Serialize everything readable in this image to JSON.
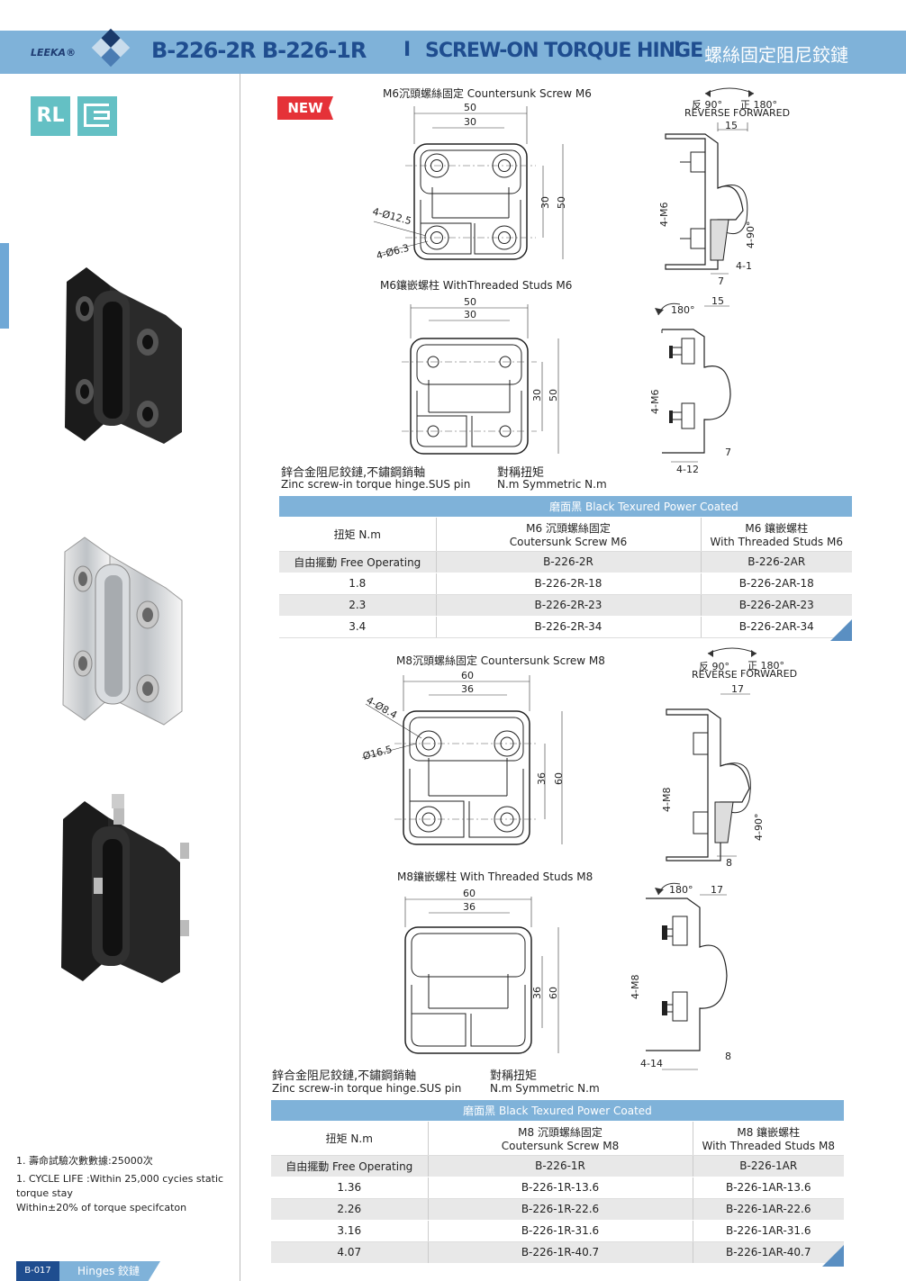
{
  "header": {
    "brand": "LEEKA®",
    "models": "B-226-2R  B-226-1R",
    "separator": "I",
    "product_name": "SCREW-ON TORQUE HINGE",
    "product_name_cn": "螺絲固定阻尼鉸鏈"
  },
  "badges": {
    "rl": "RL",
    "new": "NEW"
  },
  "m6": {
    "countersunk_title": "M6沉頭螺絲固定 Countersunk  Screw M6",
    "studs_title": "M6鑲嵌螺柱 WithThreaded Studs M6",
    "dims": {
      "w_outer": "50",
      "w_inner": "30",
      "h_inner": "30",
      "h_outer": "50",
      "hole1": "4-Ø12.5",
      "hole2": "4-Ø6.3",
      "side_w": "15",
      "side_m": "4-M6",
      "side_angle": "4-90°",
      "side_1": "4-1",
      "side_7": "7",
      "side2_12": "4-12",
      "side2_7": "7",
      "side2_15": "15",
      "rot": "180°"
    },
    "side_top": {
      "rev": "反 90°",
      "fwd": "正 180°",
      "rev_en": "REVERSE",
      "fwd_en": "FORWARED"
    },
    "caption_cn": "鋅合金阻尼鉸鏈,不鏽鋼銷軸",
    "caption_en": "Zinc screw-in torque hinge.SUS pin",
    "sym_cn": "對稱扭矩",
    "sym_en": "N.m Symmetric N.m",
    "table": {
      "header": "磨面黑 Black Texured Power Coated",
      "col1": "扭矩 N.m",
      "col2_cn": "M6 沉頭螺絲固定",
      "col2_en": "Coutersunk Screw M6",
      "col3_cn": "M6 鑲嵌螺柱",
      "col3_en": "With Threaded Studs M6",
      "rows": [
        [
          "自由擺動 Free Operating",
          "B-226-2R",
          "B-226-2AR"
        ],
        [
          "1.8",
          "B-226-2R-18",
          "B-226-2AR-18"
        ],
        [
          "2.3",
          "B-226-2R-23",
          "B-226-2AR-23"
        ],
        [
          "3.4",
          "B-226-2R-34",
          "B-226-2AR-34"
        ]
      ]
    }
  },
  "m8": {
    "countersunk_title": "M8沉頭螺絲固定 Countersunk  Screw M8",
    "studs_title": "M8鑲嵌螺柱 With Threaded Studs M8",
    "dims": {
      "w_outer": "60",
      "w_inner": "36",
      "h_inner": "36",
      "h_outer": "60",
      "hole1": "4-Ø8.4",
      "hole2": "Ø16.5",
      "side_w": "17",
      "side_m": "4-M8",
      "side_angle": "4-90°",
      "side_8": "8",
      "side2_14": "4-14",
      "side2_8": "8",
      "side2_17": "17",
      "rot": "180°"
    },
    "side_top": {
      "rev": "反 90°",
      "fwd": "正 180°",
      "rev_en": "REVERSE",
      "fwd_en": "FORWARED"
    },
    "caption_cn": "鋅合金阻尼鉸鏈,不鏽鋼銷軸",
    "caption_en": "Zinc screw-in torque hinge.SUS pin",
    "sym_cn": "對稱扭矩",
    "sym_en": "N.m Symmetric N.m",
    "table": {
      "header": "磨面黑 Black Texured Power Coated",
      "col1": "扭矩 N.m",
      "col2_cn": "M8 沉頭螺絲固定",
      "col2_en": "Coutersunk Screw M8",
      "col3_cn": "M8 鑲嵌螺柱",
      "col3_en": "With Threaded Studs M8",
      "rows": [
        [
          "自由擺動 Free Operating",
          "B-226-1R",
          "B-226-1AR"
        ],
        [
          "1.36",
          "B-226-1R-13.6",
          "B-226-1AR-13.6"
        ],
        [
          "2.26",
          "B-226-1R-22.6",
          "B-226-1AR-22.6"
        ],
        [
          "3.16",
          "B-226-1R-31.6",
          "B-226-1AR-31.6"
        ],
        [
          "4.07",
          "B-226-1R-40.7",
          "B-226-1AR-40.7"
        ]
      ]
    }
  },
  "notes": {
    "cn": "1. 壽命試驗次數數據:25000次",
    "en1": "1. CYCLE LIFE :Within 25,000 cycies static",
    "en2": "torque stay",
    "en3": "Within±20% of torque specifcaton"
  },
  "footer": {
    "page": "B-017",
    "section": "Hinges 鉸鏈"
  },
  "colors": {
    "header": "#7fb2d9",
    "brand_blue": "#1f4d8f",
    "new_red": "#e53238",
    "rl_teal": "#64c0c4"
  }
}
